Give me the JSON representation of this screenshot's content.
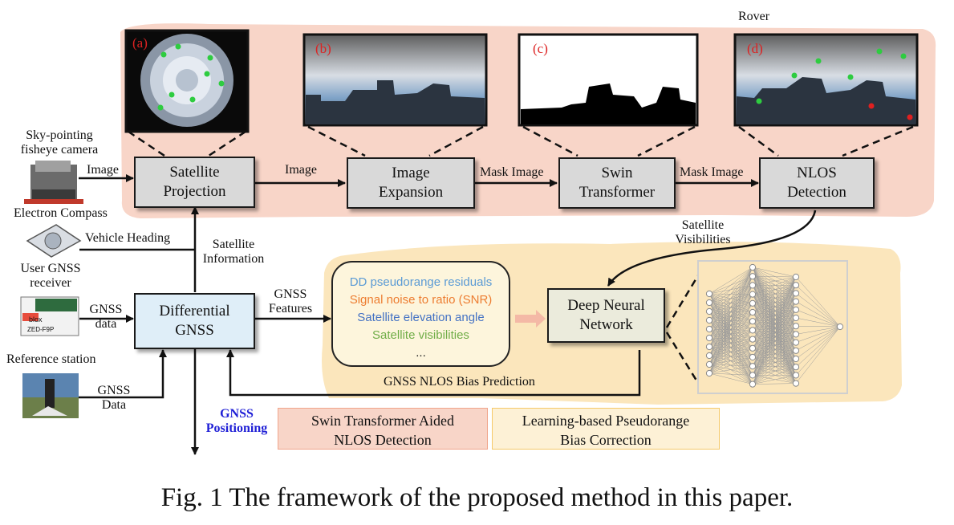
{
  "labels": {
    "rover": "Rover",
    "sky_camera": [
      "Sky-pointing",
      "fisheye camera"
    ],
    "electron_compass": "Electron Compass",
    "user_gnss": [
      "User GNSS",
      "receiver"
    ],
    "reference_station": "Reference station",
    "image_1": "Image",
    "image_2": "Image",
    "mask_image_1": "Mask  Image",
    "mask_image_2": "Mask  Image",
    "vehicle_heading": "Vehicle Heading",
    "satellite_information": [
      "Satellite",
      "Information"
    ],
    "satellite_visibilities": [
      "Satellite",
      "Visibilities"
    ],
    "gnss_data_1": [
      "GNSS",
      "data"
    ],
    "gnss_data_2": [
      "GNSS",
      "Data"
    ],
    "gnss_features": [
      "GNSS",
      "Features"
    ],
    "gnss_positioning": [
      "GNSS",
      "Positioning"
    ],
    "bias_prediction": "GNSS NLOS Bias Prediction",
    "receiver_chip_brand": "blox",
    "receiver_chip_model": "ZED-F9P"
  },
  "nodes": {
    "satellite_projection": [
      "Satellite",
      "Projection"
    ],
    "image_expansion": [
      "Image",
      "Expansion"
    ],
    "swin_transformer": [
      "Swin",
      "Transformer"
    ],
    "nlos_detection": [
      "NLOS",
      "Detection"
    ],
    "differential_gnss": [
      "Differential",
      "GNSS"
    ],
    "deep_neural_network": [
      "Deep Neural",
      "Network"
    ]
  },
  "panels": {
    "a": "(a)",
    "b": "(b)",
    "c": "(c)",
    "d": "(d)"
  },
  "features": {
    "items": [
      {
        "text": "DD pseudorange residuals",
        "color": "#5b9bd5"
      },
      {
        "text": "Signal noise to ratio (SNR)",
        "color": "#ed7d31"
      },
      {
        "text": "Satellite elevation angle",
        "color": "#4472c4"
      },
      {
        "text": "Satellite visibilities",
        "color": "#70ad47"
      },
      {
        "text": "...",
        "color": "#222222"
      }
    ]
  },
  "legend": {
    "swin": [
      "Swin Transformer Aided",
      "NLOS Detection"
    ],
    "bias": [
      "Learning-based Pseudorange",
      "Bias Correction"
    ]
  },
  "caption": "Fig. 1 The framework of the proposed method in this paper.",
  "colors": {
    "pink_region": "#f8d5c8",
    "yellow_region": "#fbe6bc",
    "positioning_text": "#1f1fd6",
    "panel_tag": "#dd2222"
  }
}
